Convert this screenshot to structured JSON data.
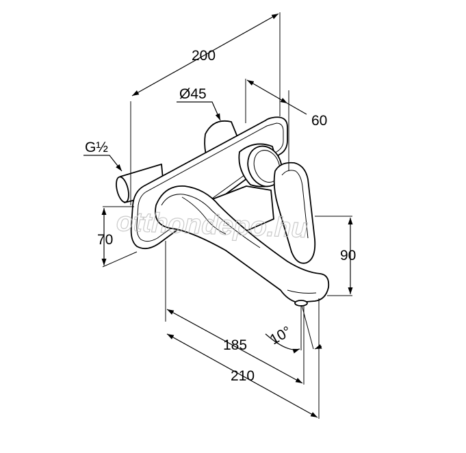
{
  "dimensions": {
    "total_depth": "200",
    "flange_diameter": "Ø45",
    "spout_to_lever": "60",
    "thread": "G½",
    "plate_height": "70",
    "spout_height": "90",
    "spout_projection": "185",
    "total_projection": "210",
    "outlet_angle": "10°"
  },
  "watermark": "otthondepo.hu"
}
